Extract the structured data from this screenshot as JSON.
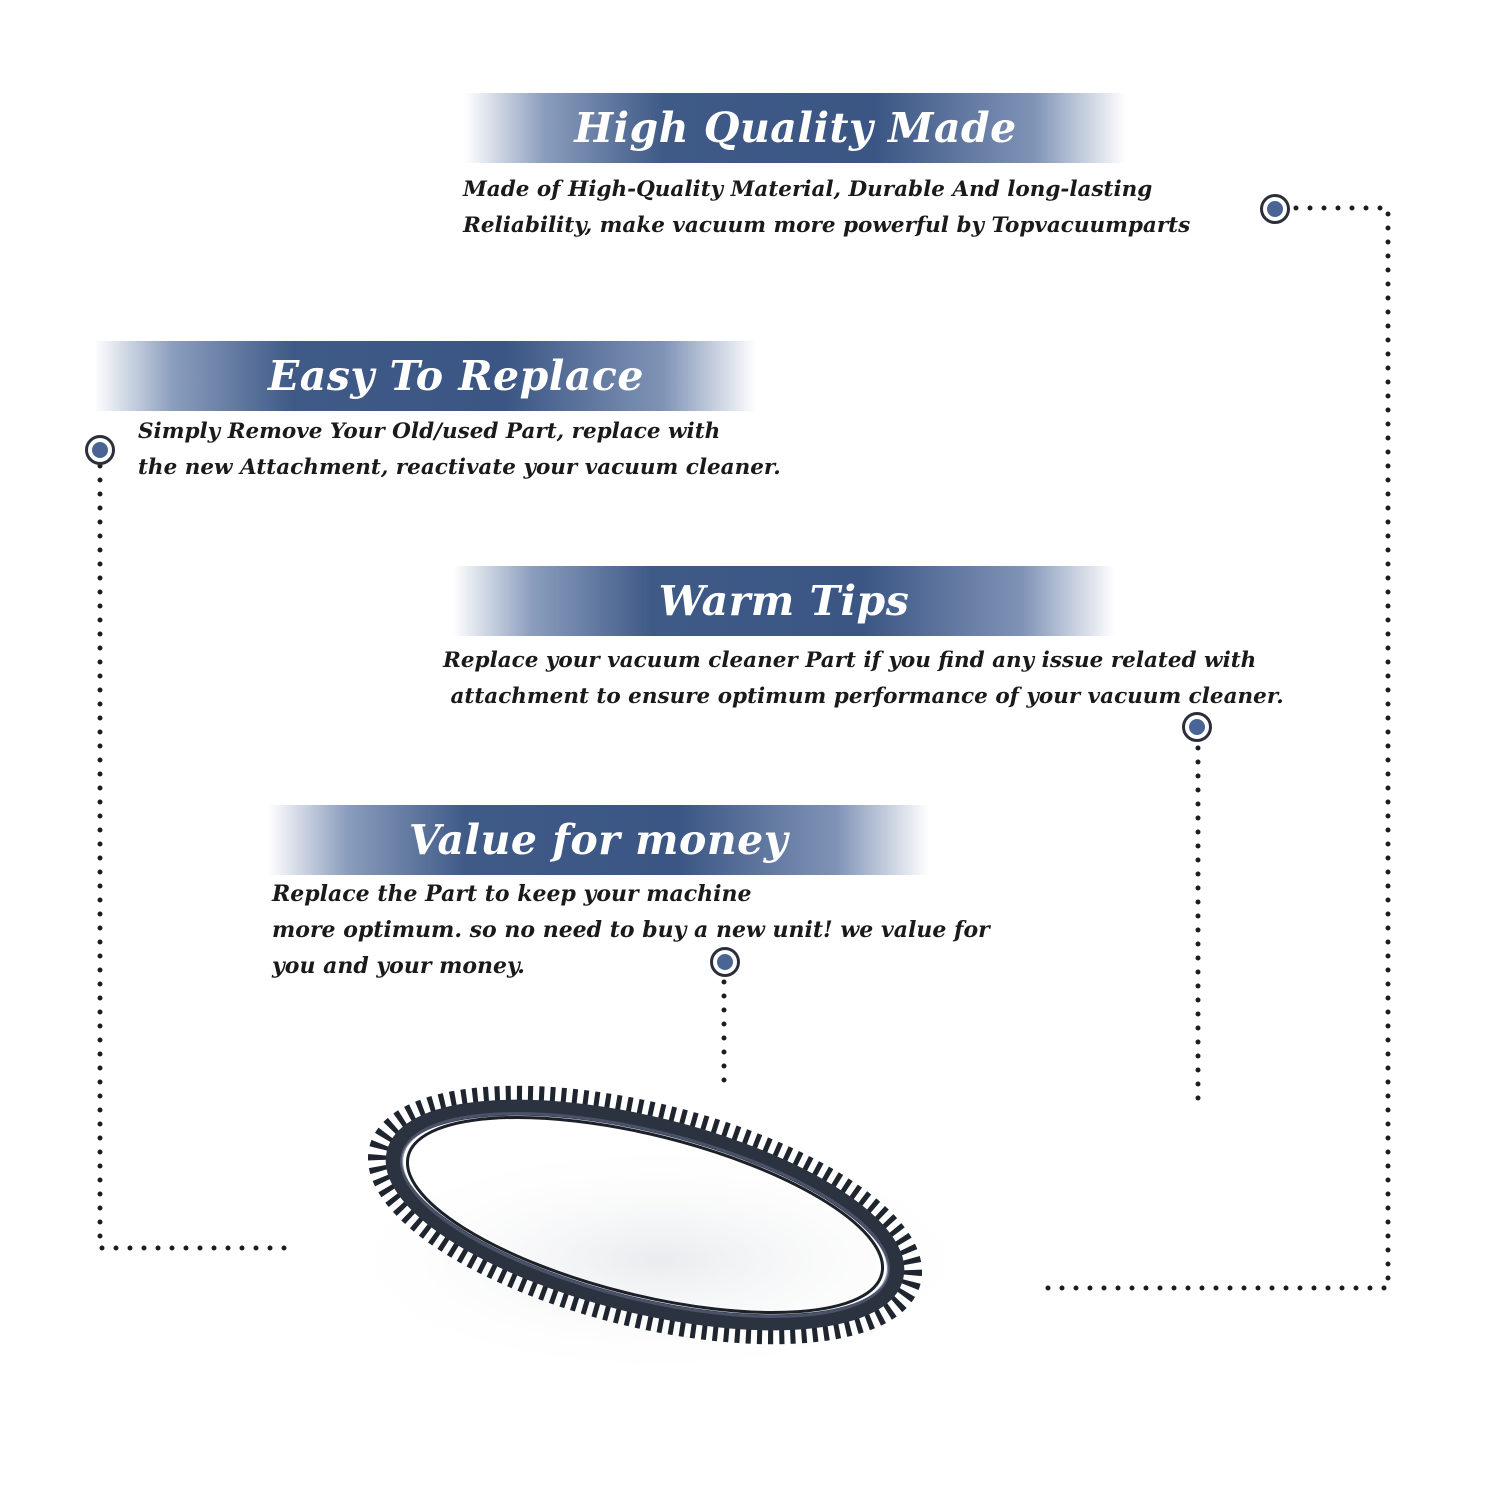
{
  "sections": [
    {
      "title": "High Quality Made",
      "lines": [
        "Made of  High-Quality Material, Durable And long-lasting",
        "Reliability, make vacuum more powerful by Topvacuumparts"
      ]
    },
    {
      "title": "Easy To Replace",
      "lines": [
        "Simply Remove Your Old/used Part, replace with",
        "the new Attachment, reactivate your vacuum cleaner."
      ]
    },
    {
      "title": "Warm Tips",
      "lines": [
        "Replace your vacuum cleaner Part if you find any issue related with",
        " attachment to ensure optimum performance of your vacuum cleaner."
      ]
    },
    {
      "title": "Value for money",
      "lines": [
        "Replace the Part to keep your machine",
        "more optimum. so no need to buy a new unit! we value for",
        "you and your money."
      ]
    }
  ],
  "colors": {
    "banner_blue": "#3f5a87",
    "bullet_fill": "#4a6496",
    "dot_color": "#1a1d24",
    "belt_color": "#2c3340"
  },
  "icons": {
    "bullet": "target-dot-icon",
    "product": "drive-belt-image"
  }
}
